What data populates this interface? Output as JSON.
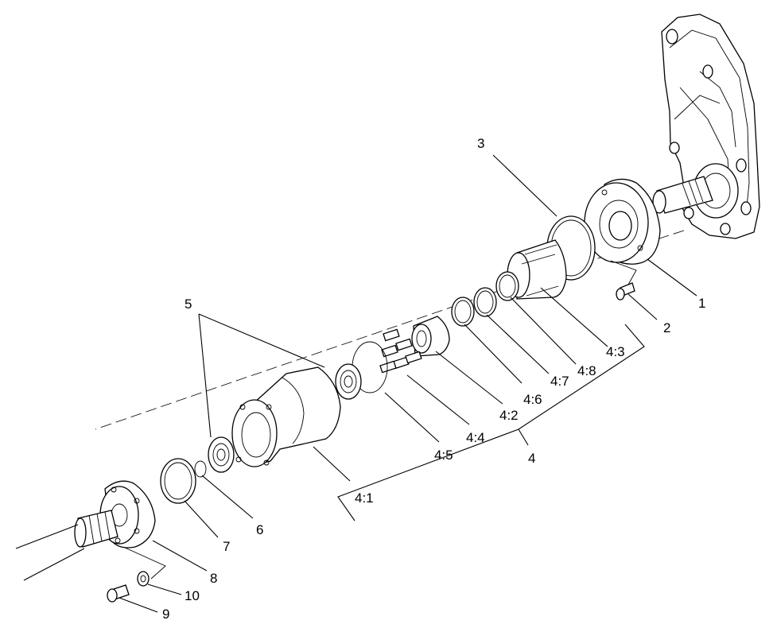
{
  "callouts": {
    "c1": "1",
    "c2": "2",
    "c3": "3",
    "c4": "4",
    "c4_1": "4:1",
    "c4_2": "4:2",
    "c4_3": "4:3",
    "c4_4": "4:4",
    "c4_5": "4:5",
    "c4_6": "4:6",
    "c4_7": "4:7",
    "c4_8": "4:8",
    "c5": "5",
    "c6": "6",
    "c7": "7",
    "c8": "8",
    "c9": "9",
    "c10": "10"
  }
}
